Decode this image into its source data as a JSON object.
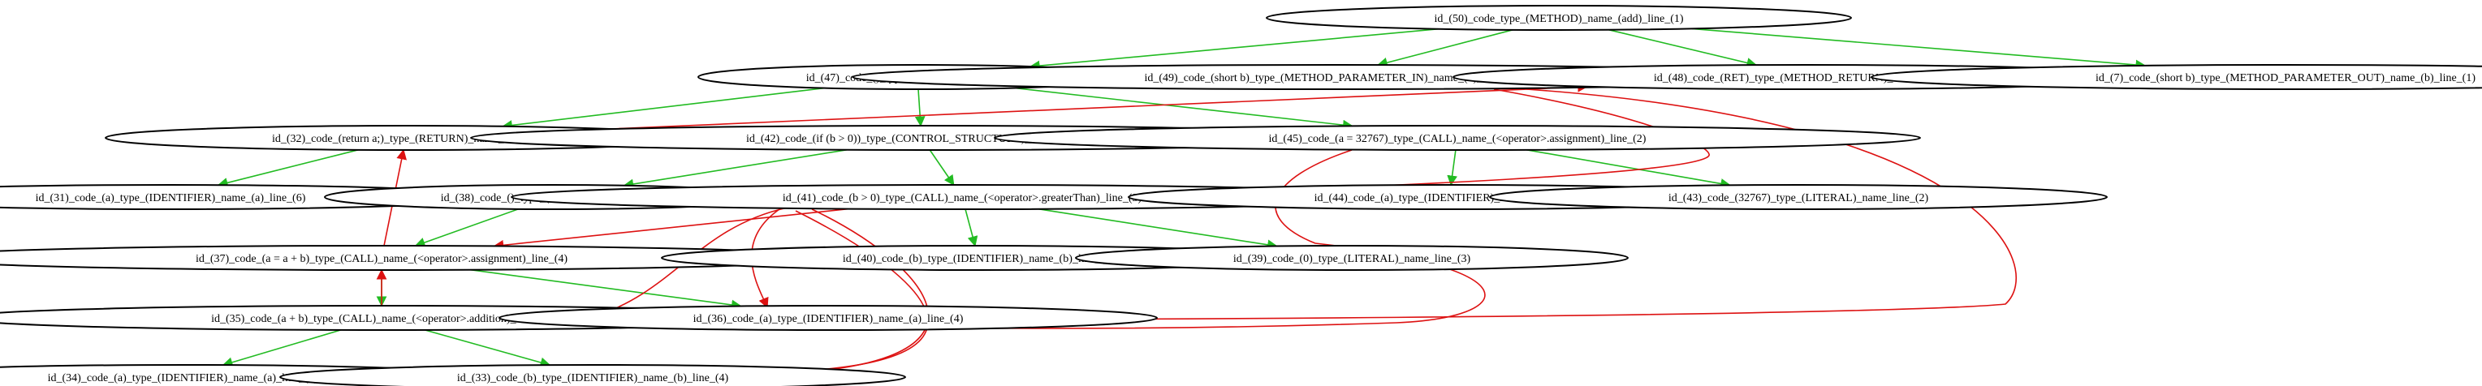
{
  "diagram": {
    "type": "directed-graph",
    "colors": {
      "ast_edge": "#22bb22",
      "cfg_edge": "#dd1111",
      "node_border": "#000000"
    },
    "nodes": [
      {
        "id": "n50",
        "label": "id_(50)_code_type_(METHOD)_name_(add)_line_(1)"
      },
      {
        "id": "n47",
        "label": "id_(47)_code_()_type_(BLOCK)_name_line_(1)"
      },
      {
        "id": "n49",
        "label": "id_(49)_code_(short b)_type_(METHOD_PARAMETER_IN)_name_(b)_line_(1)"
      },
      {
        "id": "n48",
        "label": "id_(48)_code_(RET)_type_(METHOD_RETURN)_name_line_(1)"
      },
      {
        "id": "n7",
        "label": "id_(7)_code_(short b)_type_(METHOD_PARAMETER_OUT)_name_(b)_line_(1)"
      },
      {
        "id": "n32",
        "label": "id_(32)_code_(return a;)_type_(RETURN)_name_line_(6)"
      },
      {
        "id": "n42",
        "label": "id_(42)_code_(if (b > 0))_type_(CONTROL_STRUCTURE)_name_line_(3)"
      },
      {
        "id": "n45",
        "label": "id_(45)_code_(a = 32767)_type_(CALL)_name_(<operator>.assignment)_line_(2)"
      },
      {
        "id": "n31",
        "label": "id_(31)_code_(a)_type_(IDENTIFIER)_name_(a)_line_(6)"
      },
      {
        "id": "n38",
        "label": "id_(38)_code_()_type_(BLOCK)_name_line_(3)"
      },
      {
        "id": "n41",
        "label": "id_(41)_code_(b > 0)_type_(CALL)_name_(<operator>.greaterThan)_line_(3)"
      },
      {
        "id": "n44",
        "label": "id_(44)_code_(a)_type_(IDENTIFIER)_name_(a)_line_(2)"
      },
      {
        "id": "n43",
        "label": "id_(43)_code_(32767)_type_(LITERAL)_name_line_(2)"
      },
      {
        "id": "n37",
        "label": "id_(37)_code_(a = a + b)_type_(CALL)_name_(<operator>.assignment)_line_(4)"
      },
      {
        "id": "n40",
        "label": "id_(40)_code_(b)_type_(IDENTIFIER)_name_(b)_line_(3)"
      },
      {
        "id": "n39",
        "label": "id_(39)_code_(0)_type_(LITERAL)_name_line_(3)"
      },
      {
        "id": "n35",
        "label": "id_(35)_code_(a + b)_type_(CALL)_name_(<operator>.addition)_line_(4)"
      },
      {
        "id": "n36",
        "label": "id_(36)_code_(a)_type_(IDENTIFIER)_name_(a)_line_(4)"
      },
      {
        "id": "n34",
        "label": "id_(34)_code_(a)_type_(IDENTIFIER)_name_(a)_line_(4)"
      },
      {
        "id": "n33",
        "label": "id_(33)_code_(b)_type_(IDENTIFIER)_name_(b)_line_(4)"
      }
    ],
    "edges": [
      {
        "from": "n50",
        "to": "n47",
        "kind": "ast"
      },
      {
        "from": "n50",
        "to": "n49",
        "kind": "ast"
      },
      {
        "from": "n50",
        "to": "n48",
        "kind": "ast"
      },
      {
        "from": "n50",
        "to": "n7",
        "kind": "ast"
      },
      {
        "from": "n47",
        "to": "n32",
        "kind": "ast"
      },
      {
        "from": "n47",
        "to": "n42",
        "kind": "ast"
      },
      {
        "from": "n47",
        "to": "n45",
        "kind": "ast"
      },
      {
        "from": "n32",
        "to": "n31",
        "kind": "ast"
      },
      {
        "from": "n42",
        "to": "n38",
        "kind": "ast"
      },
      {
        "from": "n42",
        "to": "n41",
        "kind": "ast"
      },
      {
        "from": "n45",
        "to": "n44",
        "kind": "ast"
      },
      {
        "from": "n45",
        "to": "n43",
        "kind": "ast"
      },
      {
        "from": "n38",
        "to": "n37",
        "kind": "ast"
      },
      {
        "from": "n41",
        "to": "n40",
        "kind": "ast"
      },
      {
        "from": "n41",
        "to": "n39",
        "kind": "ast"
      },
      {
        "from": "n37",
        "to": "n35",
        "kind": "ast"
      },
      {
        "from": "n37",
        "to": "n36",
        "kind": "ast"
      },
      {
        "from": "n35",
        "to": "n34",
        "kind": "ast"
      },
      {
        "from": "n35",
        "to": "n33",
        "kind": "ast"
      },
      {
        "from": "n32",
        "to": "n48",
        "kind": "cfg"
      },
      {
        "from": "n45",
        "to": "n32",
        "kind": "cfg"
      },
      {
        "from": "n45",
        "to": "n35",
        "kind": "cfg"
      },
      {
        "from": "n49",
        "to": "n41",
        "kind": "cfg"
      },
      {
        "from": "n49",
        "to": "n35",
        "kind": "cfg"
      },
      {
        "from": "n41",
        "to": "n37",
        "kind": "cfg"
      },
      {
        "from": "n41",
        "to": "n35",
        "kind": "cfg"
      },
      {
        "from": "n41",
        "to": "n36",
        "kind": "cfg"
      },
      {
        "from": "n41",
        "to": "n34",
        "kind": "cfg"
      },
      {
        "from": "n41",
        "to": "n33",
        "kind": "cfg"
      },
      {
        "from": "n37",
        "to": "n32",
        "kind": "cfg"
      },
      {
        "from": "n35",
        "to": "n37",
        "kind": "cfg"
      }
    ]
  }
}
